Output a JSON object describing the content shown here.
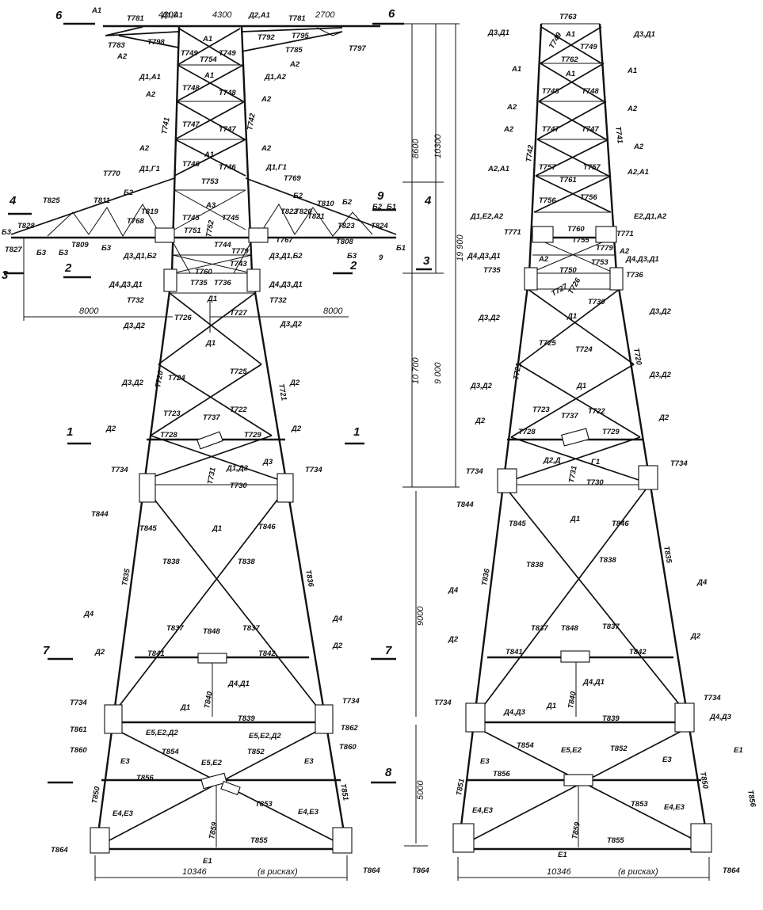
{
  "colors": {
    "ink": "#111111",
    "paper": "#ffffff"
  },
  "front": {
    "top_dims": [
      "4300",
      "4300",
      "2700"
    ],
    "height_dims": [
      "8600",
      "10300",
      "19 900",
      "10 700",
      "9 000",
      "9000",
      "5000"
    ],
    "width_dims": [
      "8000",
      "8000"
    ],
    "base_dim": "10346",
    "base_note": "(в рисках)",
    "sections": [
      "6",
      "6",
      "4",
      "4",
      "9",
      "9",
      "2",
      "2",
      "3",
      "3",
      "1",
      "1",
      "7",
      "7",
      "8"
    ],
    "members": [
      "Т781",
      "Т781",
      "Т783",
      "Т798",
      "Т749",
      "Т749",
      "Т754",
      "Т792",
      "Т795",
      "Т785",
      "Т797",
      "Т748",
      "Т748",
      "Т741",
      "Т742",
      "Т747",
      "Т747",
      "Т746",
      "Т746",
      "Т753",
      "Т770",
      "Т769",
      "Т825",
      "Т811",
      "Т810",
      "Т828",
      "Т827",
      "Т809",
      "Т768",
      "Т819",
      "Т745",
      "Т745",
      "Т751",
      "Т752",
      "Т744",
      "Т779",
      "Т767",
      "Т808",
      "Т823",
      "Т821",
      "Т822",
      "Т824",
      "Т820",
      "Т760",
      "Т743",
      "Т735",
      "Т736",
      "Т732",
      "Т732",
      "Т726",
      "Т727",
      "Т720",
      "Т721",
      "Т724",
      "Т725",
      "Т723",
      "Т737",
      "Т722",
      "Т728",
      "Т729",
      "Т731",
      "Т730",
      "Т734",
      "Т734",
      "Т844",
      "Т845",
      "Т846",
      "Т838",
      "Т838",
      "Т835",
      "Т836",
      "Т837",
      "Т848",
      "Т837",
      "Т841",
      "Т842",
      "Т840",
      "Т734",
      "Т734",
      "Т839",
      "Т861",
      "Т862",
      "Т860",
      "Т860",
      "Т854",
      "Т852",
      "Т856",
      "Т850",
      "Т851",
      "Т853",
      "Т859",
      "Т855",
      "Т864",
      "Т864"
    ],
    "pieces": [
      "А1",
      "А1",
      "А1",
      "А1",
      "А2",
      "А2",
      "А2",
      "А2",
      "А2",
      "А2",
      "А3",
      "Д1,А1",
      "Д1,А2",
      "Д1,А1",
      "Д2,А1",
      "Д1,Г1",
      "Д1,Г1",
      "Б2",
      "Б2",
      "Б2",
      "Б2",
      "Б3",
      "Б3",
      "Б3",
      "Б3",
      "Б3",
      "Б1",
      "Б1",
      "Д3,Д1,Б2",
      "Д3,Д1,Б2",
      "Д4,Д3,Д1",
      "Д4,Д3,Д1",
      "Д3,Д2",
      "Д3,Д2",
      "Д3,Д2",
      "Д1",
      "Д1",
      "Д1",
      "Д2",
      "Д2",
      "Д2",
      "Д1,Д2",
      "Д3",
      "Д4",
      "Д4",
      "Д2",
      "Д2",
      "Д4,Д1",
      "Д1",
      "Е5,Е2,Д2",
      "Е5,Е2,Д2",
      "Е3",
      "Е3",
      "Е5,Е2",
      "Е4,Е3",
      "Е4,Е3",
      "Е1"
    ]
  },
  "side": {
    "base_dim": "10346",
    "base_note": "(в рисках)",
    "members": [
      "Т763",
      "Т749",
      "Т749",
      "Т762",
      "Т748",
      "Т748",
      "Т747",
      "Т747",
      "Т742",
      "Т741",
      "Т757",
      "Т757",
      "Т761",
      "Т756",
      "Т756",
      "Т760",
      "Т771",
      "Т771",
      "Т755",
      "Т779",
      "Т753",
      "Т750",
      "Т735",
      "Т736",
      "Т727",
      "Т726",
      "Т730",
      "Т725",
      "Т724",
      "Т721",
      "Т720",
      "Т723",
      "Т737",
      "Т722",
      "Т728",
      "Т729",
      "Т731",
      "Т730",
      "Т734",
      "Т734",
      "Т844",
      "Т845",
      "Т846",
      "Т838",
      "Т838",
      "Т836",
      "Т835",
      "Т837",
      "Т848",
      "Т837",
      "Т841",
      "Т842",
      "Т840",
      "Т734",
      "Т734",
      "Т839",
      "Т854",
      "Т852",
      "Т856",
      "Т851",
      "Т850",
      "Т853",
      "Т859",
      "Т855",
      "Т864",
      "Т864",
      "Т856"
    ],
    "pieces": [
      "Д3,Д1",
      "Д3,Д1",
      "А1",
      "А1",
      "А1",
      "А1",
      "А2",
      "А2",
      "А2",
      "А2",
      "А2,А1",
      "А2,А1",
      "Д1,Е2,А2",
      "Е2,Д1,А2",
      "Д4,Д3,Д1",
      "Д4,Д3,Д1",
      "А2",
      "А2",
      "Д1",
      "Д1",
      "Д3,Д2",
      "Д3,Д2",
      "Д3,Д2",
      "Д3,Д2",
      "Д2",
      "Д2",
      "Д2,Д",
      "Г1",
      "Д1",
      "Д4",
      "Д4",
      "Д2",
      "Д2",
      "Д4,Д1",
      "Д4,Д3",
      "Д4,Д3",
      "Д1",
      "Е3",
      "Е3",
      "Е5,Е2",
      "Е4,Е3",
      "Е4,Е3",
      "Е1",
      "Е1"
    ]
  }
}
